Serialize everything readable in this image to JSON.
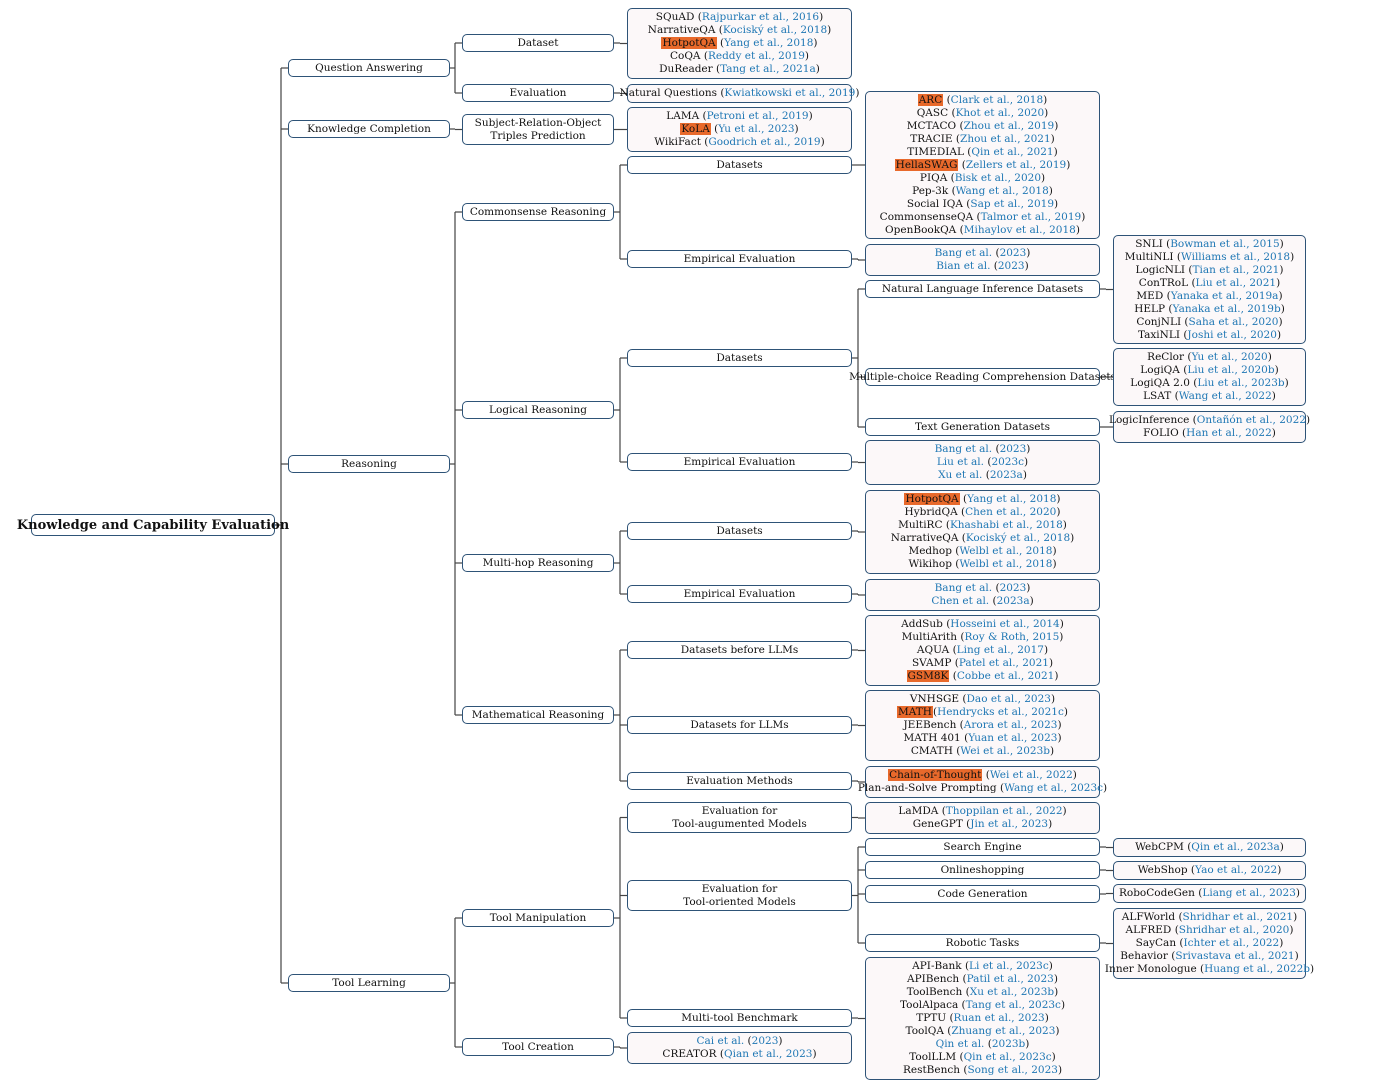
{
  "title": "Knowledge and Capability Evaluation",
  "colors": {
    "border": "#2e5377",
    "line": "#444444",
    "citation": "#1f77b4",
    "highlight": "#e8692b",
    "leaf_fill": "#fcf8f9"
  },
  "nodes": {
    "root": {
      "label": [
        "Knowledge and Capability Evaluation"
      ]
    },
    "qa": {
      "label": [
        "Question Answering"
      ]
    },
    "kc": {
      "label": [
        "Knowledge Completion"
      ]
    },
    "reasoning": {
      "label": [
        "Reasoning"
      ]
    },
    "tool": {
      "label": [
        "Tool Learning"
      ]
    },
    "qa_dataset": {
      "label": [
        "Dataset"
      ]
    },
    "qa_eval": {
      "label": [
        "Evaluation"
      ]
    },
    "kc_srot": {
      "label": [
        "Subject-Relation-Object",
        "Triples Prediction"
      ]
    },
    "cs": {
      "label": [
        "Commonsense Reasoning"
      ]
    },
    "lr": {
      "label": [
        "Logical Reasoning"
      ]
    },
    "mh": {
      "label": [
        "Multi-hop Reasoning"
      ]
    },
    "mr": {
      "label": [
        "Mathematical Reasoning"
      ]
    },
    "tm": {
      "label": [
        "Tool Manipulation"
      ]
    },
    "tc": {
      "label": [
        "Tool Creation"
      ]
    },
    "cs_ds": {
      "label": [
        "Datasets"
      ]
    },
    "cs_ee": {
      "label": [
        "Empirical Evaluation"
      ]
    },
    "lr_ds": {
      "label": [
        "Datasets"
      ]
    },
    "lr_ee": {
      "label": [
        "Empirical Evaluation"
      ]
    },
    "mh_ds": {
      "label": [
        "Datasets"
      ]
    },
    "mh_ee": {
      "label": [
        "Empirical Evaluation"
      ]
    },
    "mr_before": {
      "label": [
        "Datasets before LLMs"
      ]
    },
    "mr_for": {
      "label": [
        "Datasets for LLMs"
      ]
    },
    "mr_em": {
      "label": [
        "Evaluation Methods"
      ]
    },
    "tm_aug": {
      "label": [
        "Evaluation for",
        "Tool-augumented Models"
      ]
    },
    "tm_ori": {
      "label": [
        "Evaluation for",
        "Tool-oriented Models"
      ]
    },
    "tm_multi": {
      "label": [
        "Multi-tool Benchmark"
      ]
    },
    "lr_nli": {
      "label": [
        "Natural Language Inference Datasets"
      ]
    },
    "lr_mrc": {
      "label": [
        "Multiple-choice Reading Comprehension Datasets"
      ]
    },
    "lr_tg": {
      "label": [
        "Text Generation Datasets"
      ]
    },
    "to_search": {
      "label": [
        "Search Engine"
      ]
    },
    "to_shop": {
      "label": [
        "Onlineshopping"
      ]
    },
    "to_code": {
      "label": [
        "Code Generation"
      ]
    },
    "to_robot": {
      "label": [
        "Robotic Tasks"
      ]
    }
  },
  "leaves": {
    "qa_dataset_list": [
      {
        "name": "SQuAD",
        "cite": "Rajpurkar et al., 2016"
      },
      {
        "name": "NarrativeQA",
        "cite": "Kociský et al., 2018"
      },
      {
        "name": "HotpotQA",
        "cite": "Yang et al., 2018",
        "highlight": true
      },
      {
        "name": "CoQA",
        "cite": "Reddy et al., 2019"
      },
      {
        "name": "DuReader",
        "cite": "Tang et al., 2021a"
      }
    ],
    "qa_eval_list": [
      {
        "name": "Natural Questions",
        "cite": "Kwiatkowski et al., 2019"
      }
    ],
    "kc_list": [
      {
        "name": "LAMA",
        "cite": "Petroni et al., 2019"
      },
      {
        "name": "KoLA",
        "cite": "Yu et al., 2023",
        "highlight": true
      },
      {
        "name": "WikiFact",
        "cite": "Goodrich et al., 2019"
      }
    ],
    "cs_ds_list": [
      {
        "name": "ARC",
        "cite": "Clark et al., 2018",
        "highlight": true
      },
      {
        "name": "QASC",
        "cite": "Khot et al., 2020"
      },
      {
        "name": "MCTACO",
        "cite": "Zhou et al., 2019"
      },
      {
        "name": "TRACIE",
        "cite": "Zhou et al., 2021"
      },
      {
        "name": "TIMEDIAL",
        "cite": "Qin et al., 2021"
      },
      {
        "name": "HellaSWAG",
        "cite": "Zellers et al., 2019",
        "highlight": true
      },
      {
        "name": "PIQA",
        "cite": "Bisk et al., 2020"
      },
      {
        "name": "Pep-3k",
        "cite": "Wang et al., 2018"
      },
      {
        "name": "Social IQA",
        "cite": "Sap et al., 2019"
      },
      {
        "name": "CommonsenseQA",
        "cite": "Talmor et al., 2019"
      },
      {
        "name": "OpenBookQA",
        "cite": "Mihaylov et al., 2018"
      }
    ],
    "cs_ee_list": [
      {
        "author": "Bang et al.",
        "year": "2023"
      },
      {
        "author": "Bian et al.",
        "year": "2023"
      }
    ],
    "lr_nli_list": [
      {
        "name": "SNLI",
        "cite": "Bowman et al., 2015"
      },
      {
        "name": "MultiNLI",
        "cite": "Williams et al., 2018"
      },
      {
        "name": "LogicNLI",
        "cite": "Tian et al., 2021"
      },
      {
        "name": "ConTRoL",
        "cite": "Liu et al., 2021"
      },
      {
        "name": "MED",
        "cite": "Yanaka et al., 2019a"
      },
      {
        "name": "HELP",
        "cite": "Yanaka et al., 2019b"
      },
      {
        "name": "ConjNLI",
        "cite": "Saha et al., 2020"
      },
      {
        "name": "TaxiNLI",
        "cite": "Joshi et al., 2020"
      }
    ],
    "lr_mrc_list": [
      {
        "name": "ReClor",
        "cite": "Yu et al., 2020"
      },
      {
        "name": "LogiQA",
        "cite": "Liu et al., 2020b"
      },
      {
        "name": "LogiQA 2.0",
        "cite": "Liu et al., 2023b"
      },
      {
        "name": "LSAT",
        "cite": "Wang et al., 2022"
      }
    ],
    "lr_tg_list": [
      {
        "name": "LogicInference",
        "cite": "Ontañón et al., 2022"
      },
      {
        "name": "FOLIO",
        "cite": "Han et al., 2022"
      }
    ],
    "lr_ee_list": [
      {
        "author": "Bang et al.",
        "year": "2023"
      },
      {
        "author": "Liu et al.",
        "year": "2023c"
      },
      {
        "author": "Xu et al.",
        "year": "2023a"
      }
    ],
    "mh_ds_list": [
      {
        "name": "HotpotQA",
        "cite": "Yang et al., 2018",
        "highlight": true
      },
      {
        "name": "HybridQA",
        "cite": "Chen et al., 2020"
      },
      {
        "name": "MultiRC",
        "cite": "Khashabi et al., 2018"
      },
      {
        "name": "NarrativeQA",
        "cite": "Kociský et al., 2018"
      },
      {
        "name": "Medhop",
        "cite": "Welbl et al., 2018"
      },
      {
        "name": "Wikihop",
        "cite": "Welbl et al., 2018"
      }
    ],
    "mh_ee_list": [
      {
        "author": "Bang et al.",
        "year": "2023"
      },
      {
        "author": "Chen et al.",
        "year": "2023a"
      }
    ],
    "mr_before_list": [
      {
        "name": "AddSub",
        "cite": "Hosseini et al., 2014"
      },
      {
        "name": "MultiArith",
        "cite": "Roy & Roth, 2015"
      },
      {
        "name": "AQUA",
        "cite": "Ling et al., 2017"
      },
      {
        "name": "SVAMP",
        "cite": "Patel et al., 2021"
      },
      {
        "name": "GSM8K",
        "cite": "Cobbe et al., 2021",
        "highlight": true
      }
    ],
    "mr_for_list": [
      {
        "name": "VNHSGE",
        "cite": "Dao et al., 2023"
      },
      {
        "name": "MATH",
        "cite": "Hendrycks et al., 2021c",
        "highlight": true,
        "nospace": true
      },
      {
        "name": "JEEBench",
        "cite": "Arora et al., 2023"
      },
      {
        "name": "MATH 401",
        "cite": "Yuan et al., 2023"
      },
      {
        "name": "CMATH",
        "cite": "Wei et al., 2023b"
      }
    ],
    "mr_em_list": [
      {
        "name": "Chain-of-Thought",
        "cite": "Wei et al., 2022",
        "highlight": true
      },
      {
        "name": "Plan-and-Solve Prompting",
        "cite": "Wang et al., 2023c"
      }
    ],
    "tm_aug_list": [
      {
        "name": "LaMDA",
        "cite": "Thoppilan et al., 2022"
      },
      {
        "name": "GeneGPT",
        "cite": "Jin et al., 2023"
      }
    ],
    "to_search_list": [
      {
        "name": "WebCPM",
        "cite": "Qin et al., 2023a"
      }
    ],
    "to_shop_list": [
      {
        "name": "WebShop",
        "cite": "Yao et al., 2022"
      }
    ],
    "to_code_list": [
      {
        "name": "RoboCodeGen",
        "cite": "Liang et al., 2023"
      }
    ],
    "to_robot_list": [
      {
        "name": "ALFWorld",
        "cite": "Shridhar et al., 2021"
      },
      {
        "name": "ALFRED",
        "cite": "Shridhar et al., 2020"
      },
      {
        "name": "SayCan",
        "cite": "Ichter et al., 2022"
      },
      {
        "name": "Behavior",
        "cite": "Srivastava et al., 2021"
      },
      {
        "name": "Inner Monologue",
        "cite": "Huang et al., 2022b"
      }
    ],
    "tm_multi_list": [
      {
        "name": "API-Bank",
        "cite": "Li et al., 2023c"
      },
      {
        "name": "APIBench",
        "cite": "Patil et al., 2023"
      },
      {
        "name": "ToolBench",
        "cite": "Xu et al., 2023b"
      },
      {
        "name": "ToolAlpaca",
        "cite": "Tang et al., 2023c"
      },
      {
        "name": "TPTU",
        "cite": "Ruan et al., 2023"
      },
      {
        "name": "ToolQA",
        "cite": "Zhuang et al., 2023"
      },
      {
        "author": "Qin et al.",
        "year": "2023b"
      },
      {
        "name": "ToolLLM",
        "cite": "Qin et al., 2023c"
      },
      {
        "name": "RestBench",
        "cite": "Song et al., 2023"
      }
    ],
    "tc_list": [
      {
        "author": "Cai et al.",
        "year": "2023"
      },
      {
        "name": "CREATOR",
        "cite": "Qian et al., 2023"
      }
    ]
  }
}
